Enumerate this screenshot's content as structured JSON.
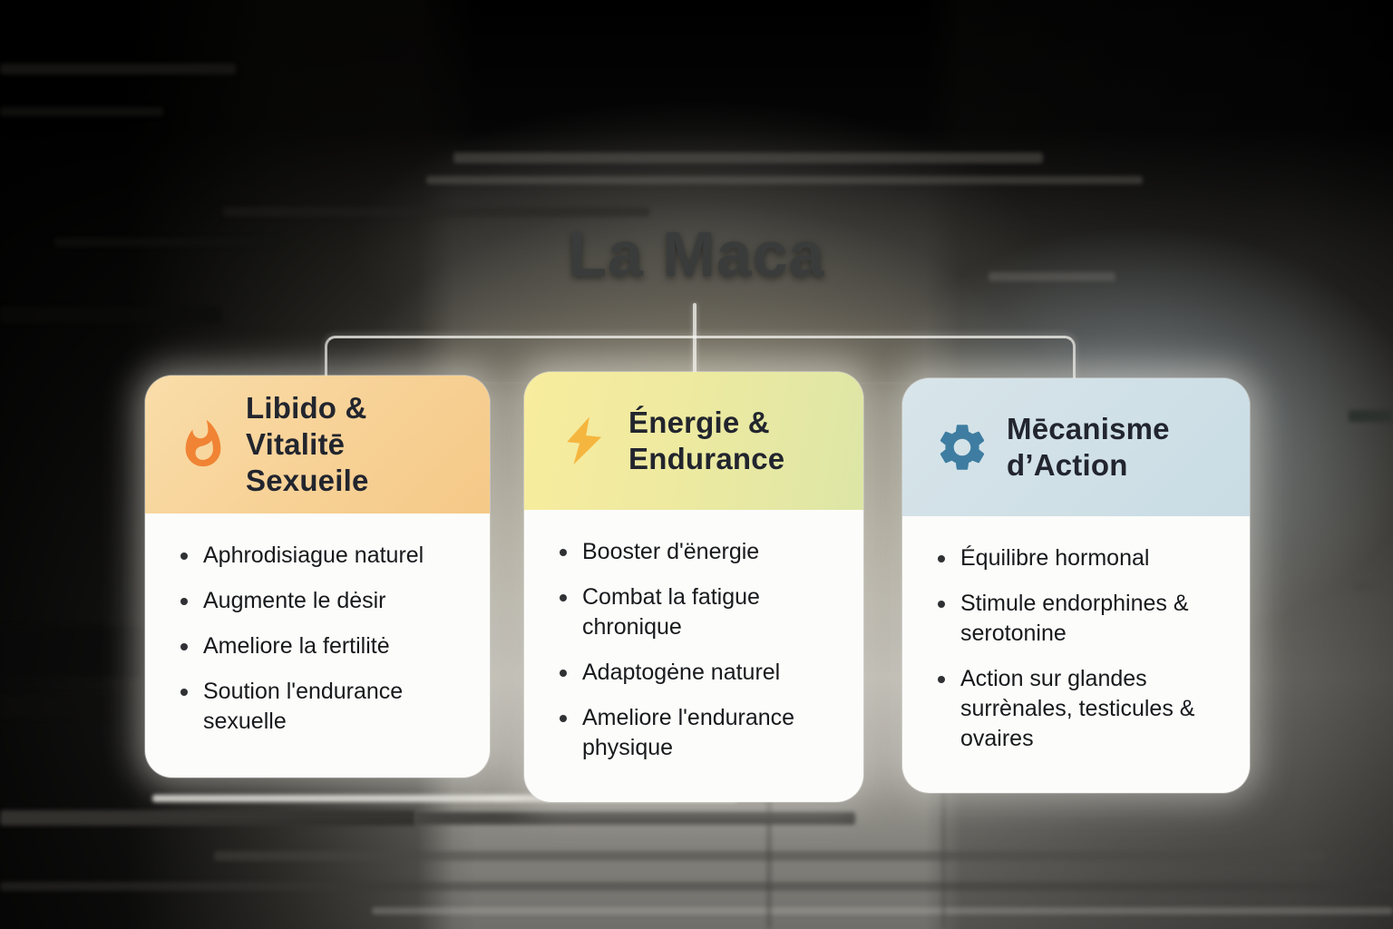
{
  "title": "La Maca",
  "cards": [
    {
      "id": "libido-vitalite-sexuelle",
      "icon": "flame-icon",
      "title_lines": [
        "Libido &",
        "Vitalitē",
        "Sexueile"
      ],
      "bullets": [
        "Aphrodisiague naturel",
        "Augmente le dėsir",
        "Ameliore la fertilitė",
        "Soution l'endurance sexuelle"
      ]
    },
    {
      "id": "energie-endurance",
      "icon": "lightning-icon",
      "title_lines": [
        "Énergie &",
        "Endurance"
      ],
      "bullets": [
        "Booster d'ënergie",
        "Combat la fatigue chronique",
        "Adaptogėne naturel",
        "Ameliore l'endurance physique"
      ]
    },
    {
      "id": "mecanisme-action",
      "icon": "gear-icon",
      "title_lines": [
        "Mēcanisme",
        "d’Action"
      ],
      "bullets": [
        "Équilibre hormonal",
        "Stimule endorphines & serotonine",
        "Action sur glandes surrènales, testicules & ovaires"
      ]
    }
  ],
  "palette": {
    "flame": "#f08434",
    "lightning": "#f5b63f",
    "gear": "#3e7da1",
    "card_libido_header": "#f7d094",
    "card_energie_header_start": "#f8ec9e",
    "card_energie_header_end": "#dde6a6",
    "card_mecanisme_header": "#c9dce4",
    "card_body": "#fcfcfa",
    "title_text": "#3a3c3c",
    "bullet_text": "#17191c",
    "connector_line": "#f6f5f0"
  }
}
